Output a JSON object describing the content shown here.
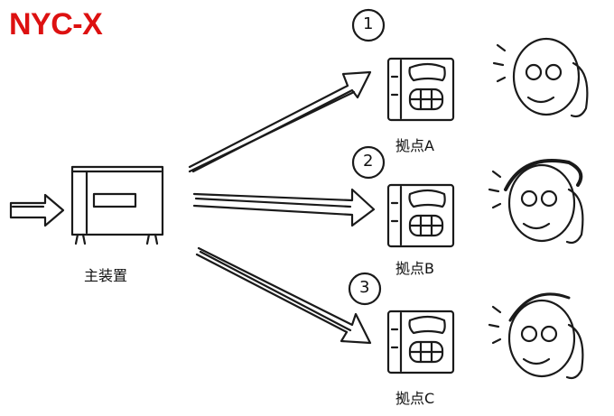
{
  "title": "NYC-X",
  "title_color": "#dd1111",
  "main_device": {
    "label": "主装置"
  },
  "branches": [
    {
      "number": "1",
      "label": "拠点A"
    },
    {
      "number": "2",
      "label": "拠点B"
    },
    {
      "number": "3",
      "label": "拠点C"
    }
  ],
  "icons": {
    "main_device": "server-cabinet-icon",
    "terminal": "telephone-terminal-icon",
    "person": "person-on-phone-icon"
  }
}
